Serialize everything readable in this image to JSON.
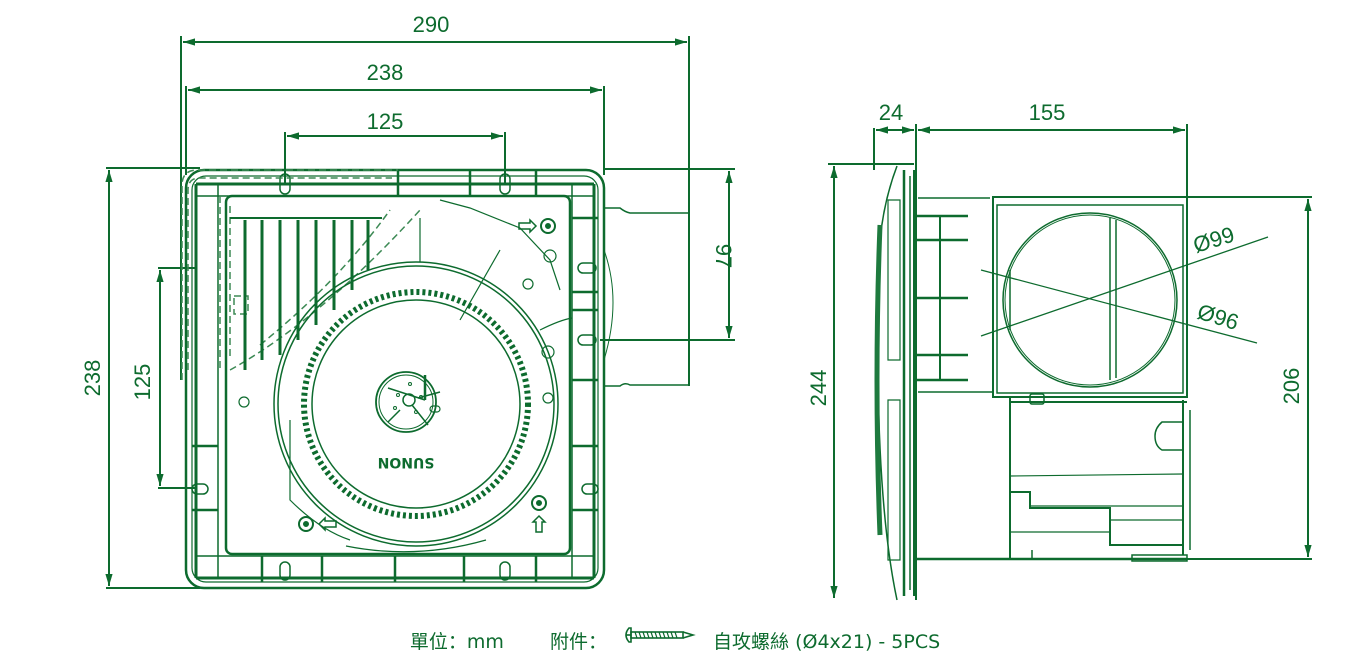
{
  "colors": {
    "line": "#0d6b2e",
    "dashed": "#3d8a55",
    "background": "#ffffff"
  },
  "front_view": {
    "dimensions": {
      "overall_width": "290",
      "frame_width": "238",
      "top_hole_spacing": "125",
      "frame_height": "238",
      "left_hole_spacing": "125",
      "right_offset": "97"
    },
    "brand": "SUNON",
    "icons": [
      "fan-logo-icon",
      "screw-hole-icon",
      "arrow-icon"
    ]
  },
  "side_view": {
    "dimensions": {
      "grille_depth": "24",
      "body_depth": "155",
      "overall_height": "244",
      "body_height": "206",
      "outer_diameter": "Ø99",
      "inner_diameter": "Ø96"
    }
  },
  "footer": {
    "unit_label": "單位：mm",
    "accessory_label": "附件：",
    "accessory_icon": "screw-icon",
    "accessory_text": "自攻螺絲 (Ø4x21) - 5PCS"
  }
}
